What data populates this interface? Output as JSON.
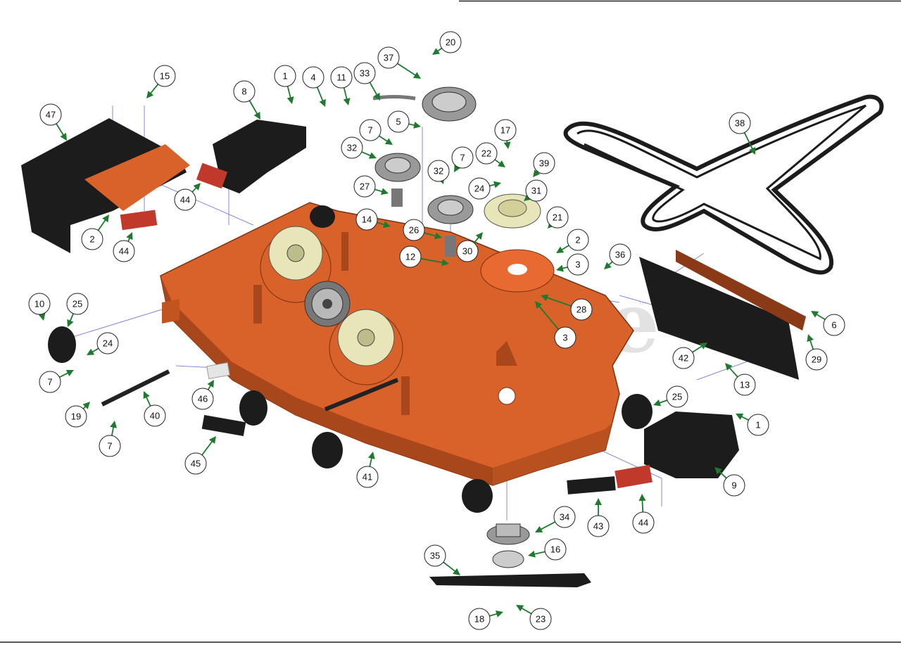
{
  "diagram": {
    "watermark": "PartsTree",
    "watermark_tm": "™",
    "callouts": [
      {
        "id": "47",
        "label": "47"
      },
      {
        "id": "15",
        "label": "15"
      },
      {
        "id": "8",
        "label": "8"
      },
      {
        "id": "1a",
        "label": "1"
      },
      {
        "id": "4",
        "label": "4"
      },
      {
        "id": "11",
        "label": "11"
      },
      {
        "id": "33",
        "label": "33"
      },
      {
        "id": "37",
        "label": "37"
      },
      {
        "id": "20",
        "label": "20"
      },
      {
        "id": "5",
        "label": "5"
      },
      {
        "id": "7a",
        "label": "7"
      },
      {
        "id": "32a",
        "label": "32"
      },
      {
        "id": "27",
        "label": "27"
      },
      {
        "id": "14",
        "label": "14"
      },
      {
        "id": "26",
        "label": "26"
      },
      {
        "id": "12",
        "label": "12"
      },
      {
        "id": "7b",
        "label": "7"
      },
      {
        "id": "32b",
        "label": "32"
      },
      {
        "id": "30",
        "label": "30"
      },
      {
        "id": "17",
        "label": "17"
      },
      {
        "id": "22",
        "label": "22"
      },
      {
        "id": "24a",
        "label": "24"
      },
      {
        "id": "39",
        "label": "39"
      },
      {
        "id": "31",
        "label": "31"
      },
      {
        "id": "21",
        "label": "21"
      },
      {
        "id": "2a",
        "label": "2"
      },
      {
        "id": "3a",
        "label": "3"
      },
      {
        "id": "28",
        "label": "28"
      },
      {
        "id": "3b",
        "label": "3"
      },
      {
        "id": "36",
        "label": "36"
      },
      {
        "id": "38",
        "label": "38"
      },
      {
        "id": "6",
        "label": "6"
      },
      {
        "id": "29",
        "label": "29"
      },
      {
        "id": "42",
        "label": "42"
      },
      {
        "id": "13",
        "label": "13"
      },
      {
        "id": "2b",
        "label": "2"
      },
      {
        "id": "44a",
        "label": "44"
      },
      {
        "id": "44b",
        "label": "44"
      },
      {
        "id": "10",
        "label": "10"
      },
      {
        "id": "25a",
        "label": "25"
      },
      {
        "id": "24b",
        "label": "24"
      },
      {
        "id": "7c",
        "label": "7"
      },
      {
        "id": "19",
        "label": "19"
      },
      {
        "id": "40",
        "label": "40"
      },
      {
        "id": "7d",
        "label": "7"
      },
      {
        "id": "46",
        "label": "46"
      },
      {
        "id": "45",
        "label": "45"
      },
      {
        "id": "41",
        "label": "41"
      },
      {
        "id": "25b",
        "label": "25"
      },
      {
        "id": "1b",
        "label": "1"
      },
      {
        "id": "9",
        "label": "9"
      },
      {
        "id": "43",
        "label": "43"
      },
      {
        "id": "44c",
        "label": "44"
      },
      {
        "id": "34",
        "label": "34"
      },
      {
        "id": "16",
        "label": "16"
      },
      {
        "id": "35",
        "label": "35"
      },
      {
        "id": "18",
        "label": "18"
      },
      {
        "id": "23",
        "label": "23"
      }
    ]
  },
  "colors": {
    "deck_orange": "#d9622b",
    "deck_dark": "#a8461c",
    "pulley_yellow": "#e8e6b8",
    "black_part": "#1c1c1c",
    "arrow_green": "#1e7a2e",
    "guide_line": "#6f73d6"
  }
}
